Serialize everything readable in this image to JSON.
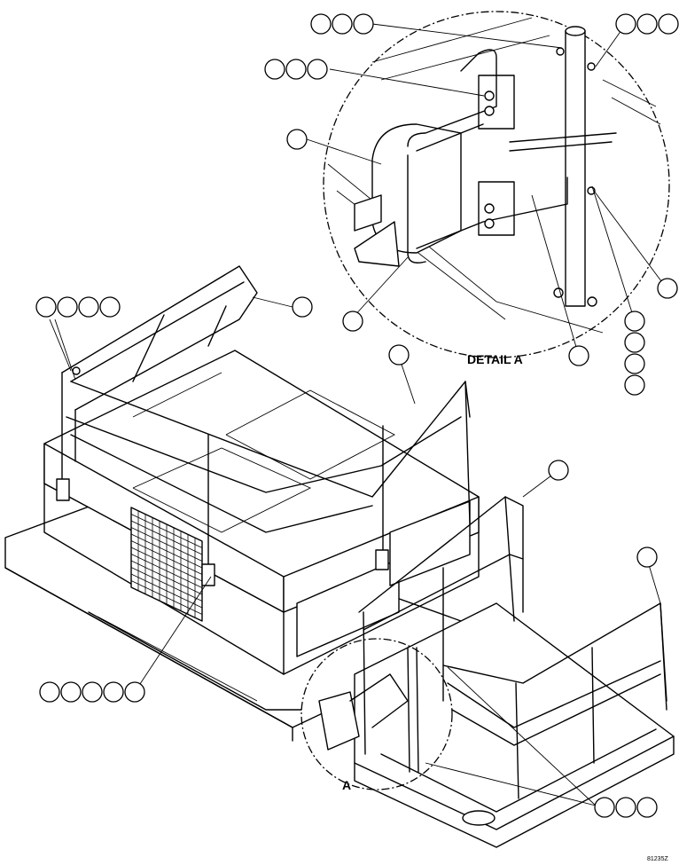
{
  "detail_label": "DETAIL A",
  "section_marker": "A",
  "figure_number": "81235Z"
}
